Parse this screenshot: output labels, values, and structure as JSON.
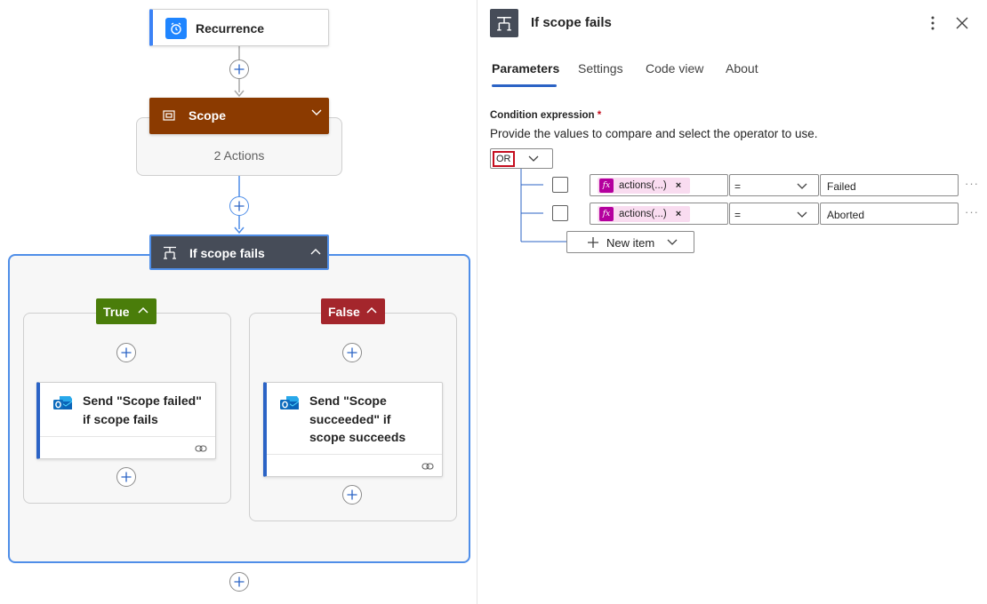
{
  "colors": {
    "scope_header": "#8b3a00",
    "condition_header": "#464c58",
    "selection_border": "#4f8ee8",
    "true_branch": "#4a7d0a",
    "false_branch": "#a4262c",
    "recurrence_icon": "#1f85ff",
    "accent": "#2b63c5",
    "chip_fx": "#b4009e"
  },
  "designer": {
    "recurrence": {
      "title": "Recurrence",
      "icon": "alarm-clock-icon"
    },
    "scope": {
      "title": "Scope",
      "subtitle": "2 Actions",
      "icon": "scope-icon"
    },
    "condition": {
      "title": "If scope fails",
      "icon": "condition-icon"
    },
    "true_branch": {
      "label": "True",
      "action": {
        "title": "Send \"Scope failed\" if scope fails",
        "icon": "outlook-icon"
      }
    },
    "false_branch": {
      "label": "False",
      "action": {
        "title": "Send \"Scope succeeded\" if scope succeeds",
        "icon": "outlook-icon"
      }
    }
  },
  "panel": {
    "title": "If scope fails",
    "icon": "condition-icon",
    "tabs": [
      "Parameters",
      "Settings",
      "Code view",
      "About"
    ],
    "active_tab": "Parameters",
    "condition_label": "Condition expression",
    "required_mark": "*",
    "description": "Provide the values to compare and select the operator to use.",
    "group_operator": "OR",
    "rows": [
      {
        "left_token": "actions(...)",
        "operator": "=",
        "value": "Failed"
      },
      {
        "left_token": "actions(...)",
        "operator": "=",
        "value": "Aborted"
      }
    ],
    "new_item_label": "New item"
  }
}
